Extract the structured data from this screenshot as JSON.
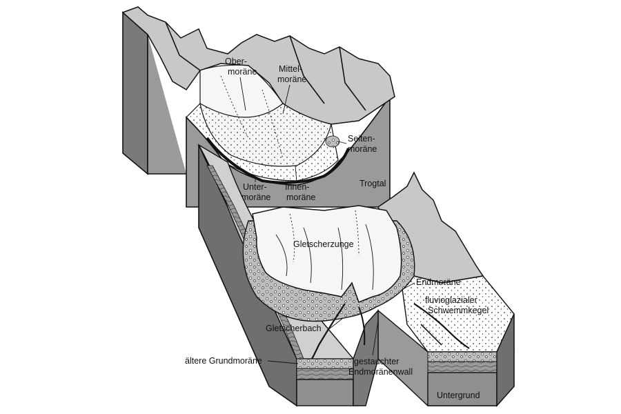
{
  "colors": {
    "block_front": "#8d8d8d",
    "block_side": "#6f6f6f",
    "ground_top": "#cfcfcf",
    "mountain": "#c9c9c9",
    "ice": "#f4f4f4",
    "moraine_fill": "#e9e9e9",
    "outline": "#111111"
  },
  "upper_block": {
    "labels": {
      "obermoraene_1": "Ober-",
      "obermoraene_2": "moräne",
      "mittelmoraene_1": "Mittel-",
      "mittelmoraene_2": "moräne",
      "seitenmoraene_1": "Seiten-",
      "seitenmoraene_2": "moräne",
      "untermoraene_1": "Unter-",
      "untermoraene_2": "moräne",
      "innenmoraene_1": "Innen-",
      "innenmoraene_2": "moräne",
      "trogtal": "Trogtal"
    }
  },
  "lower_block": {
    "labels": {
      "gletscherzunge": "Gletscherzunge",
      "endmoraene": "Endmoräne",
      "fluvio_1": "fluvioglazialer",
      "fluvio_2": "Schwemmkegel",
      "gletscherbach": "Gletscherbach",
      "grundmoraene": "ältere Grundmoräne",
      "gestaucht_1": "gestauchter",
      "gestaucht_2": "Endmoränenwall",
      "untergrund": "Untergrund"
    }
  }
}
